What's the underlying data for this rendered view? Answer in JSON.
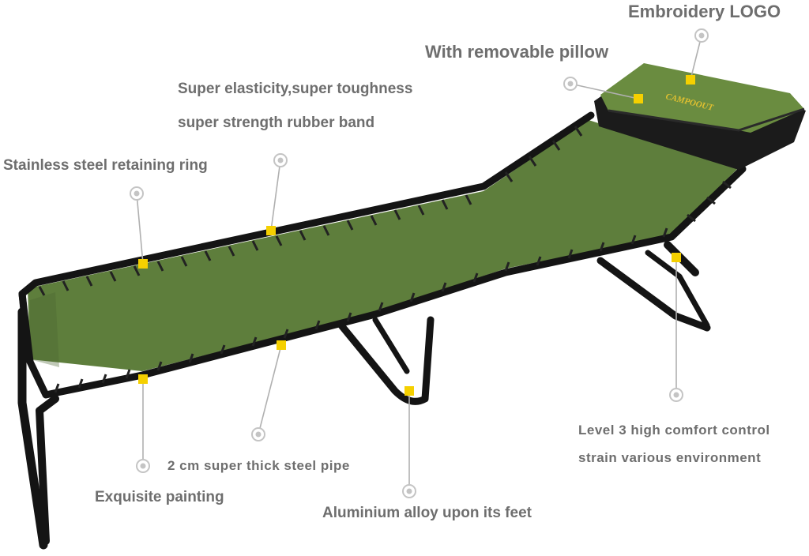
{
  "features": {
    "embroidery_logo": "Embroidery LOGO",
    "removable_pillow": "With removable pillow",
    "elasticity_line1": "Super elasticity,super toughness",
    "elasticity_line2": "super strength rubber band",
    "retaining_ring": "Stainless steel retaining ring",
    "comfort_line1": "Level 3 high comfort control",
    "comfort_line2": "strain various environment",
    "steel_pipe": "2 cm super thick steel pipe",
    "painting": "Exquisite painting",
    "aluminium_feet": "Aluminium alloy upon its feet"
  },
  "pillow": {
    "logo_text": "CAMPOOUT"
  },
  "colors": {
    "fabric": "#5e7e3c",
    "fabric_dark": "#4a6530",
    "frame": "#141414",
    "label_text": "#6e6e6e",
    "marker": "#f5d000",
    "callout_line": "#b0b0b0",
    "logo": "#e0c030"
  }
}
